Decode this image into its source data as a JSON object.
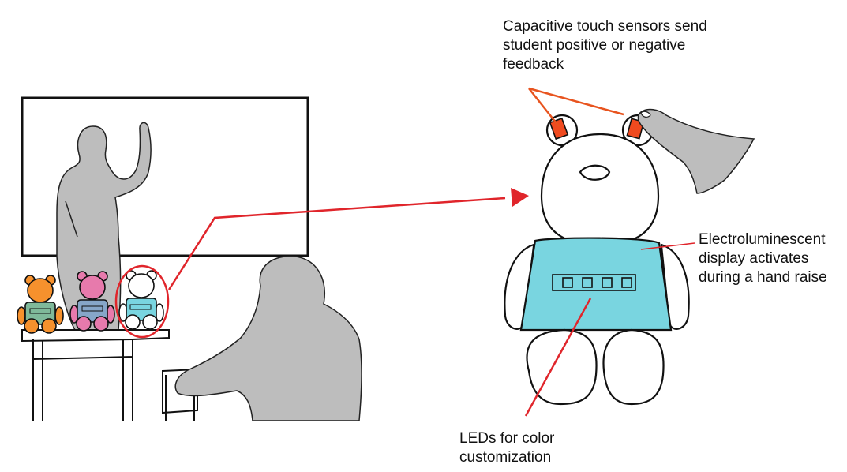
{
  "annotations": {
    "touch": {
      "lines": [
        "Capacitive touch sensors send",
        "student positive or negative",
        "feedback"
      ],
      "color": "#e8541f"
    },
    "electroluminescent": {
      "lines": [
        "Electroluminescent",
        "display activates",
        "during a hand raise"
      ],
      "color": "#e0252b"
    },
    "leds": {
      "lines": [
        "LEDs for color",
        "customization"
      ],
      "color": "#e0252b"
    }
  },
  "colors": {
    "person": "#bdbdbd",
    "display": "#79d5e0",
    "sensor": "#f04a1f",
    "arrow": "#e0252b",
    "bear_orange": "#f6912d",
    "bear_pink": "#e77aac",
    "bear_green": "#7fb99a",
    "bear_blue": "#86a6c8"
  }
}
